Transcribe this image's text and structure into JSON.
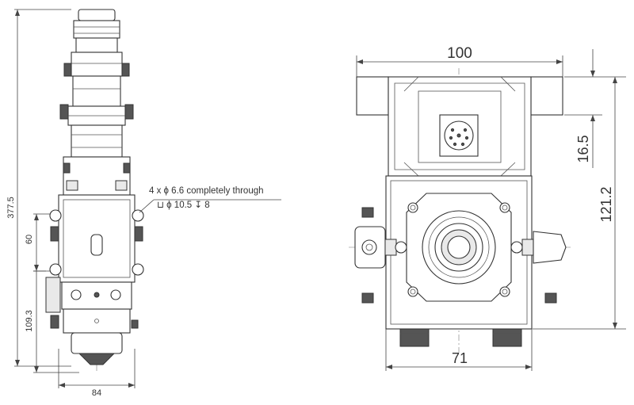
{
  "side_view": {
    "dim_height": "377.5",
    "dim_60": "60",
    "dim_109_3": "109.3",
    "dim_width": "84",
    "note_line1": "4 x ϕ 6.6 completely through",
    "note_line2": "⊔ ϕ 10.5 ↧ 8"
  },
  "top_view": {
    "dim_width_top": "100",
    "dim_16_5": "16.5",
    "dim_121_2": "121.2",
    "dim_width_bottom": "71"
  },
  "icons": [
    "bolt-icon",
    "connector-icon",
    "nozzle-icon",
    "lens-icon"
  ]
}
